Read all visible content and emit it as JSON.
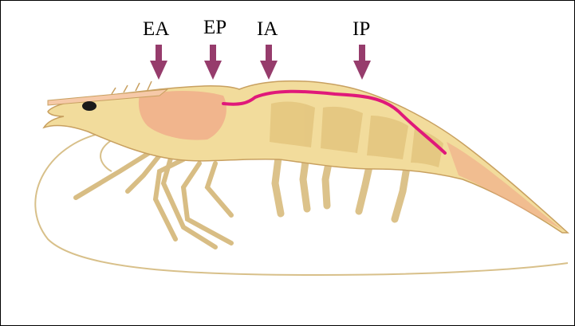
{
  "labels": {
    "ea": "EA",
    "ep": "EP",
    "ia": "IA",
    "ip": "IP"
  },
  "colors": {
    "arrow": "#963c6c",
    "gut_line": "#e0187a",
    "body_fill": "#f2dc9c",
    "body_shadow": "#dcb96e",
    "head_tint": "#f0a888",
    "outline": "#c8a060"
  }
}
